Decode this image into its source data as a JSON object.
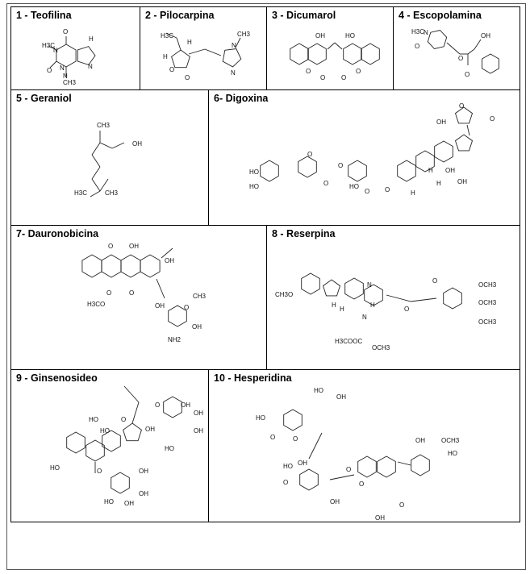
{
  "compounds": [
    {
      "title": "1  - Teofilina",
      "labels": [
        "O",
        "H",
        "N",
        "H3C",
        "N",
        "N",
        "O",
        "N",
        "CH3"
      ]
    },
    {
      "title": "2 - Pilocarpina",
      "labels": [
        "H3C",
        "H",
        "H",
        "CH3",
        "N",
        "O",
        "O",
        "N"
      ]
    },
    {
      "title": "3 - Dicumarol",
      "labels": [
        "OH",
        "HO",
        "O",
        "O",
        "O",
        "O"
      ]
    },
    {
      "title": "4 - Escopolamina",
      "labels": [
        "H3C",
        "N",
        "O",
        "OH",
        "O",
        "O"
      ]
    },
    {
      "title": "5 - Geraniol",
      "labels": [
        "CH3",
        "OH",
        "H3C",
        "CH3"
      ]
    },
    {
      "title": "6- Digoxina",
      "labels": [
        "O",
        "O",
        "OH",
        "HO",
        "HO",
        "O",
        "O",
        "O",
        "HO",
        "O",
        "O",
        "H",
        "H",
        "OH",
        "OH",
        "H"
      ]
    },
    {
      "title": "7- Dauronobicina",
      "labels": [
        "O",
        "OH",
        "O",
        "OH",
        "H3CO",
        "O",
        "OH",
        "O",
        "CH3",
        "OH",
        "NH2"
      ]
    },
    {
      "title": "8 - Reserpina",
      "labels": [
        "CH3O",
        "N",
        "H",
        "H",
        "N",
        "H",
        "H3COOC",
        "OCH3",
        "O",
        "O",
        "OCH3",
        "OCH3",
        "OCH3"
      ]
    },
    {
      "title": "9 - Ginsenosideo",
      "labels": [
        "HO",
        "O",
        "HO",
        "O",
        "OH",
        "OH",
        "OH",
        "HO",
        "OH",
        "HO",
        "O",
        "OH",
        "OH",
        "HO",
        "OH"
      ]
    },
    {
      "title": "10 - Hesperidina",
      "labels": [
        "HO",
        "OH",
        "HO",
        "O",
        "O",
        "OH",
        "HO",
        "O",
        "O",
        "OH",
        "OCH3",
        "HO",
        "OH",
        "O",
        "OH",
        "O"
      ]
    }
  ]
}
